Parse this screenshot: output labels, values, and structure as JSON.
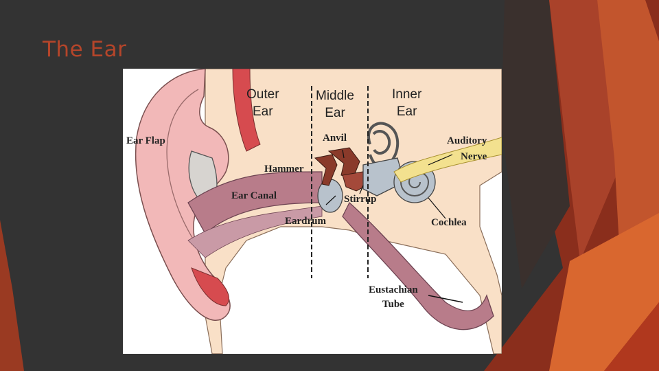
{
  "slide": {
    "title": "The Ear"
  },
  "diagram": {
    "sections": {
      "outer": [
        "Outer",
        "Ear"
      ],
      "middle": [
        "Middle",
        "Ear"
      ],
      "inner": [
        "Inner",
        "Ear"
      ]
    },
    "labels": {
      "ear_flap": "Ear Flap",
      "anvil": "Anvil",
      "auditory_nerve": [
        "Auditory",
        "Nerve"
      ],
      "hammer": "Hammer",
      "ear_canal": "Ear Canal",
      "stirrup": "Stirrup",
      "eardrum": "Eardrum",
      "cochlea": "Cochlea",
      "eustachian_tube": [
        "Eustachian",
        "Tube"
      ]
    }
  },
  "colors": {
    "background": "#333333",
    "title": "#B5452A",
    "accent_orange": "#C75B2A",
    "accent_dark": "#8C2F1E",
    "skin": "#F9E0C7",
    "cartilage_pink": "#F2B8B8",
    "canal_mauve": "#B87C8A",
    "bone_red": "#D64B4F",
    "ossicle_brown": "#8A3A2A",
    "inner_gray": "#B8C2CC"
  }
}
